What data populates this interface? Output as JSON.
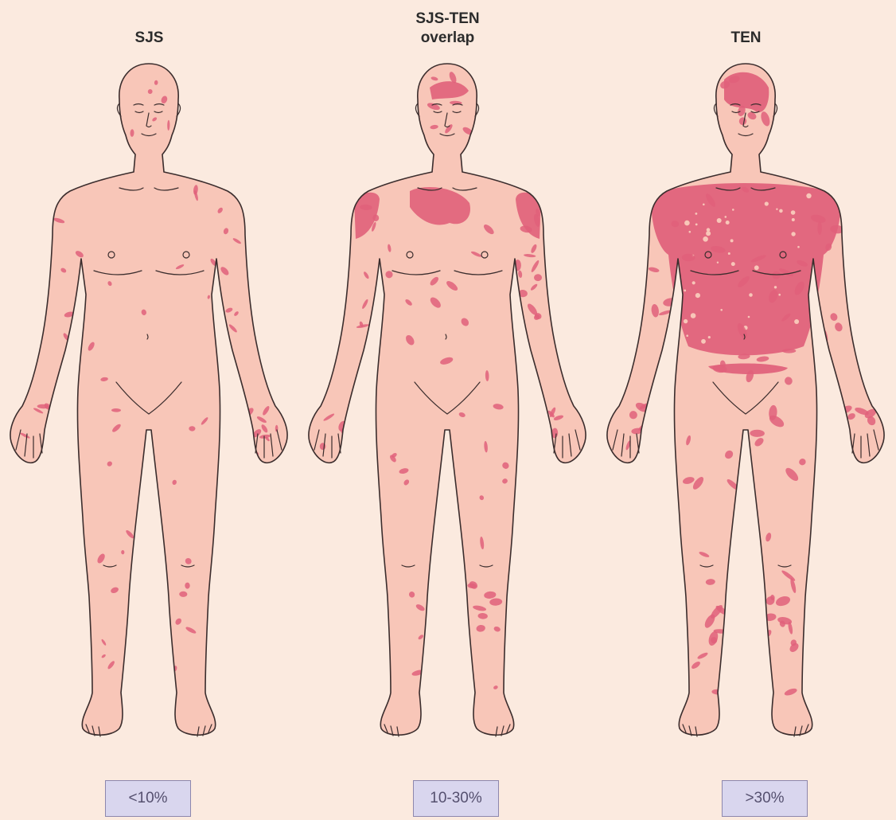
{
  "colors": {
    "background": "#fbeadf",
    "skin": "#f8c6b8",
    "outline": "#3b2d2d",
    "lesion": "#e0607a",
    "badge_fill": "#d9d6ee",
    "badge_border": "#8d87ad"
  },
  "panels": [
    {
      "title": [
        "SJS"
      ],
      "badge": "<10%",
      "severity": "low",
      "extent_label": "<10%"
    },
    {
      "title": [
        "SJS-TEN",
        "overlap"
      ],
      "badge": "10-30%",
      "severity": "mid",
      "extent_label": "10-30%"
    },
    {
      "title": [
        "TEN"
      ],
      "badge": ">30%",
      "severity": "high",
      "extent_label": ">30%"
    }
  ]
}
